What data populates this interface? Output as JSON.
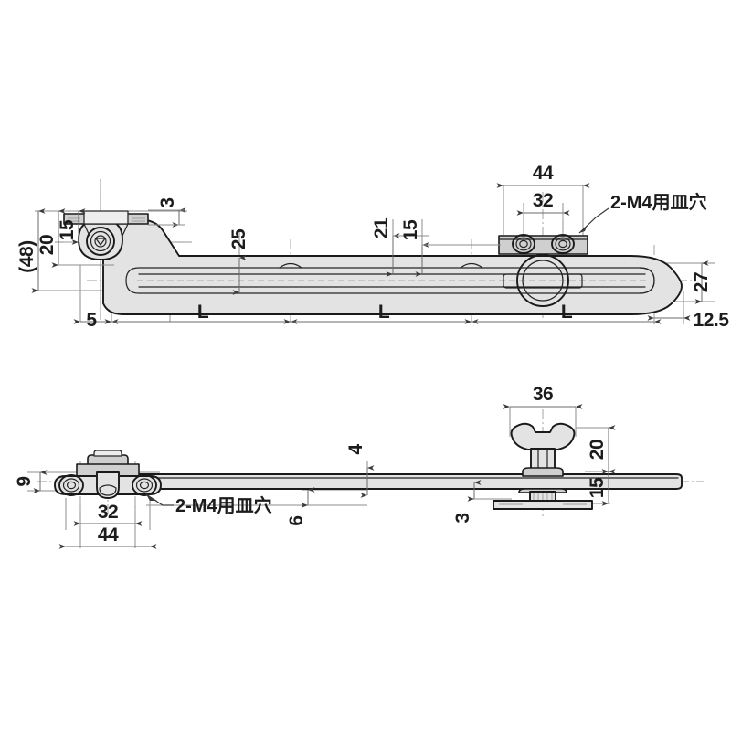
{
  "drawing": {
    "title": "",
    "views": [
      {
        "name": "top-view",
        "label": ""
      },
      {
        "name": "side-view",
        "label": ""
      }
    ],
    "colors": {
      "background": "#ffffff",
      "outline": "#1a1a1a",
      "body_fill": "#e3e3e3",
      "body_fill_light": "#eeeeee",
      "dimension_line": "#6b6b6b",
      "extension_line": "#8d8d8d",
      "center_line": "#9a9a9a",
      "text": "#1c1c1c"
    }
  },
  "top_view": {
    "dimensions": {
      "overall_height_bracket": "(48)",
      "plate_to_pivot": "20",
      "plate_thickness_zone": "15",
      "plate_edge": "3",
      "arm_width": "25",
      "offset_21": "21",
      "offset_15": "15",
      "hole_spacing_outer": "44",
      "hole_spacing_inner": "32",
      "end_radius_height": "27",
      "end_offset": "12.5",
      "left_offset": "5",
      "segment_label_1": "L",
      "segment_label_2": "L",
      "segment_label_3": "L"
    },
    "notes": {
      "countersink_note": "2-M4用皿穴"
    }
  },
  "side_view": {
    "dimensions": {
      "plate_height": "9",
      "hole_spacing_inner": "32",
      "hole_spacing_outer": "44",
      "bar_thickness": "4",
      "bar_offset": "6",
      "knob_width": "36",
      "knob_height": "20",
      "base_height": "15",
      "base_thickness": "3"
    },
    "notes": {
      "countersink_note": "2-M4用皿穴"
    }
  }
}
